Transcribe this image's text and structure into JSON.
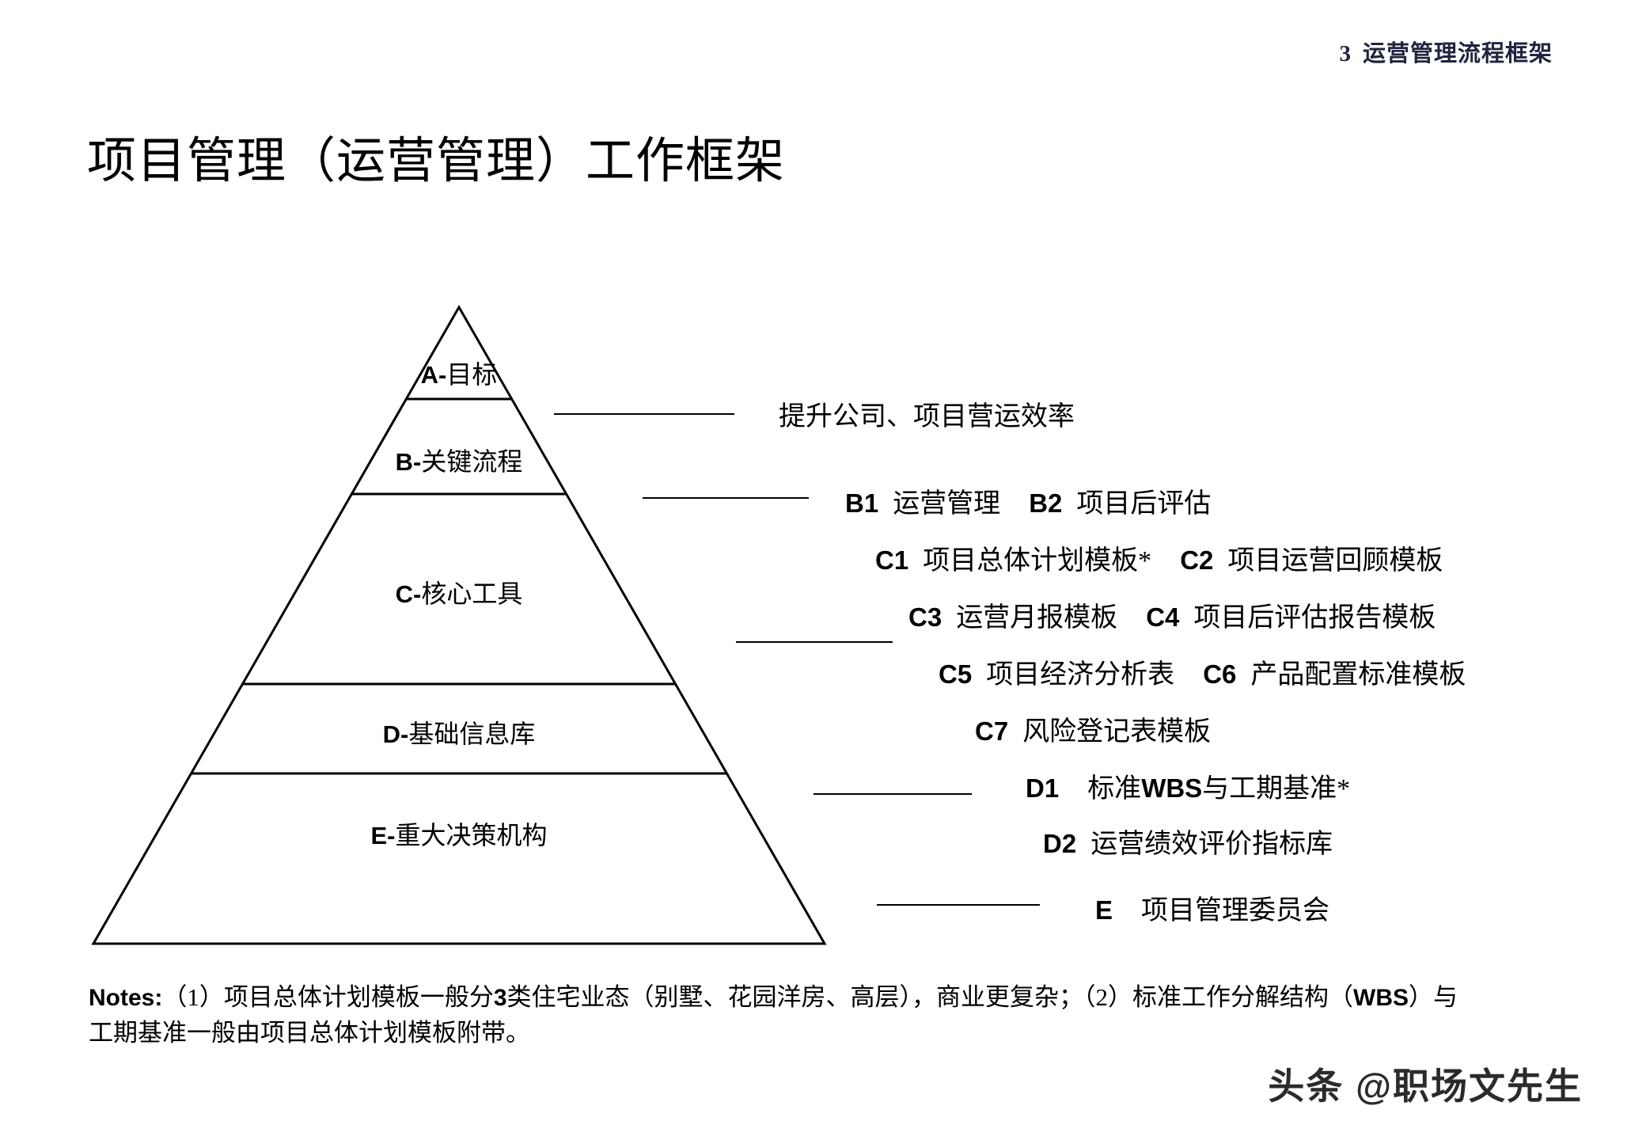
{
  "header": {
    "chapter_number": "3",
    "chapter_title": "运营管理流程框架"
  },
  "title": "项目管理（运营管理）工作框架",
  "pyramid": {
    "tiers": [
      {
        "code": "A-",
        "label": "目标"
      },
      {
        "code": "B-",
        "label": "关键流程"
      },
      {
        "code": "C-",
        "label": "核心工具"
      },
      {
        "code": "D-",
        "label": "基础信息库"
      },
      {
        "code": "E-",
        "label": "重大决策机构"
      }
    ]
  },
  "annotations": {
    "a": {
      "text": "提升公司、项目营运效率"
    },
    "b": {
      "items": [
        {
          "code": "B1",
          "text": "运营管理"
        },
        {
          "code": "B2",
          "text": "项目后评估"
        }
      ]
    },
    "c": {
      "row1": [
        {
          "code": "C1",
          "text": "项目总体计划模板*"
        },
        {
          "code": "C2",
          "text": "项目运营回顾模板"
        }
      ],
      "row2": [
        {
          "code": "C3",
          "text": "运营月报模板"
        },
        {
          "code": "C4",
          "text": "项目后评估报告模板"
        }
      ],
      "row3": [
        {
          "code": "C5",
          "text": "项目经济分析表"
        },
        {
          "code": "C6",
          "text": "产品配置标准模板"
        }
      ],
      "row4": [
        {
          "code": "C7",
          "text": "风险登记表模板"
        }
      ]
    },
    "d": {
      "row1": {
        "code": "D1",
        "pre": "标准",
        "lat": "WBS",
        "post": "与工期基准*"
      },
      "row2": {
        "code": "D2",
        "text": "运营绩效评价指标库"
      }
    },
    "e": {
      "code": "E",
      "text": "项目管理委员会"
    }
  },
  "notes": {
    "label": "Notes:",
    "line1_a": "（1）项目总体计划模板一般分",
    "line1_num": "3",
    "line1_b": "类住宅业态（别墅、花园洋房、高层），商业更复杂；（2）标准工作分解结构（",
    "line1_wbs": "WBS",
    "line1_c": "）与",
    "line2": "工期基准一般由项目总体计划模板附带。"
  },
  "watermark": "头条 @职场文先生"
}
